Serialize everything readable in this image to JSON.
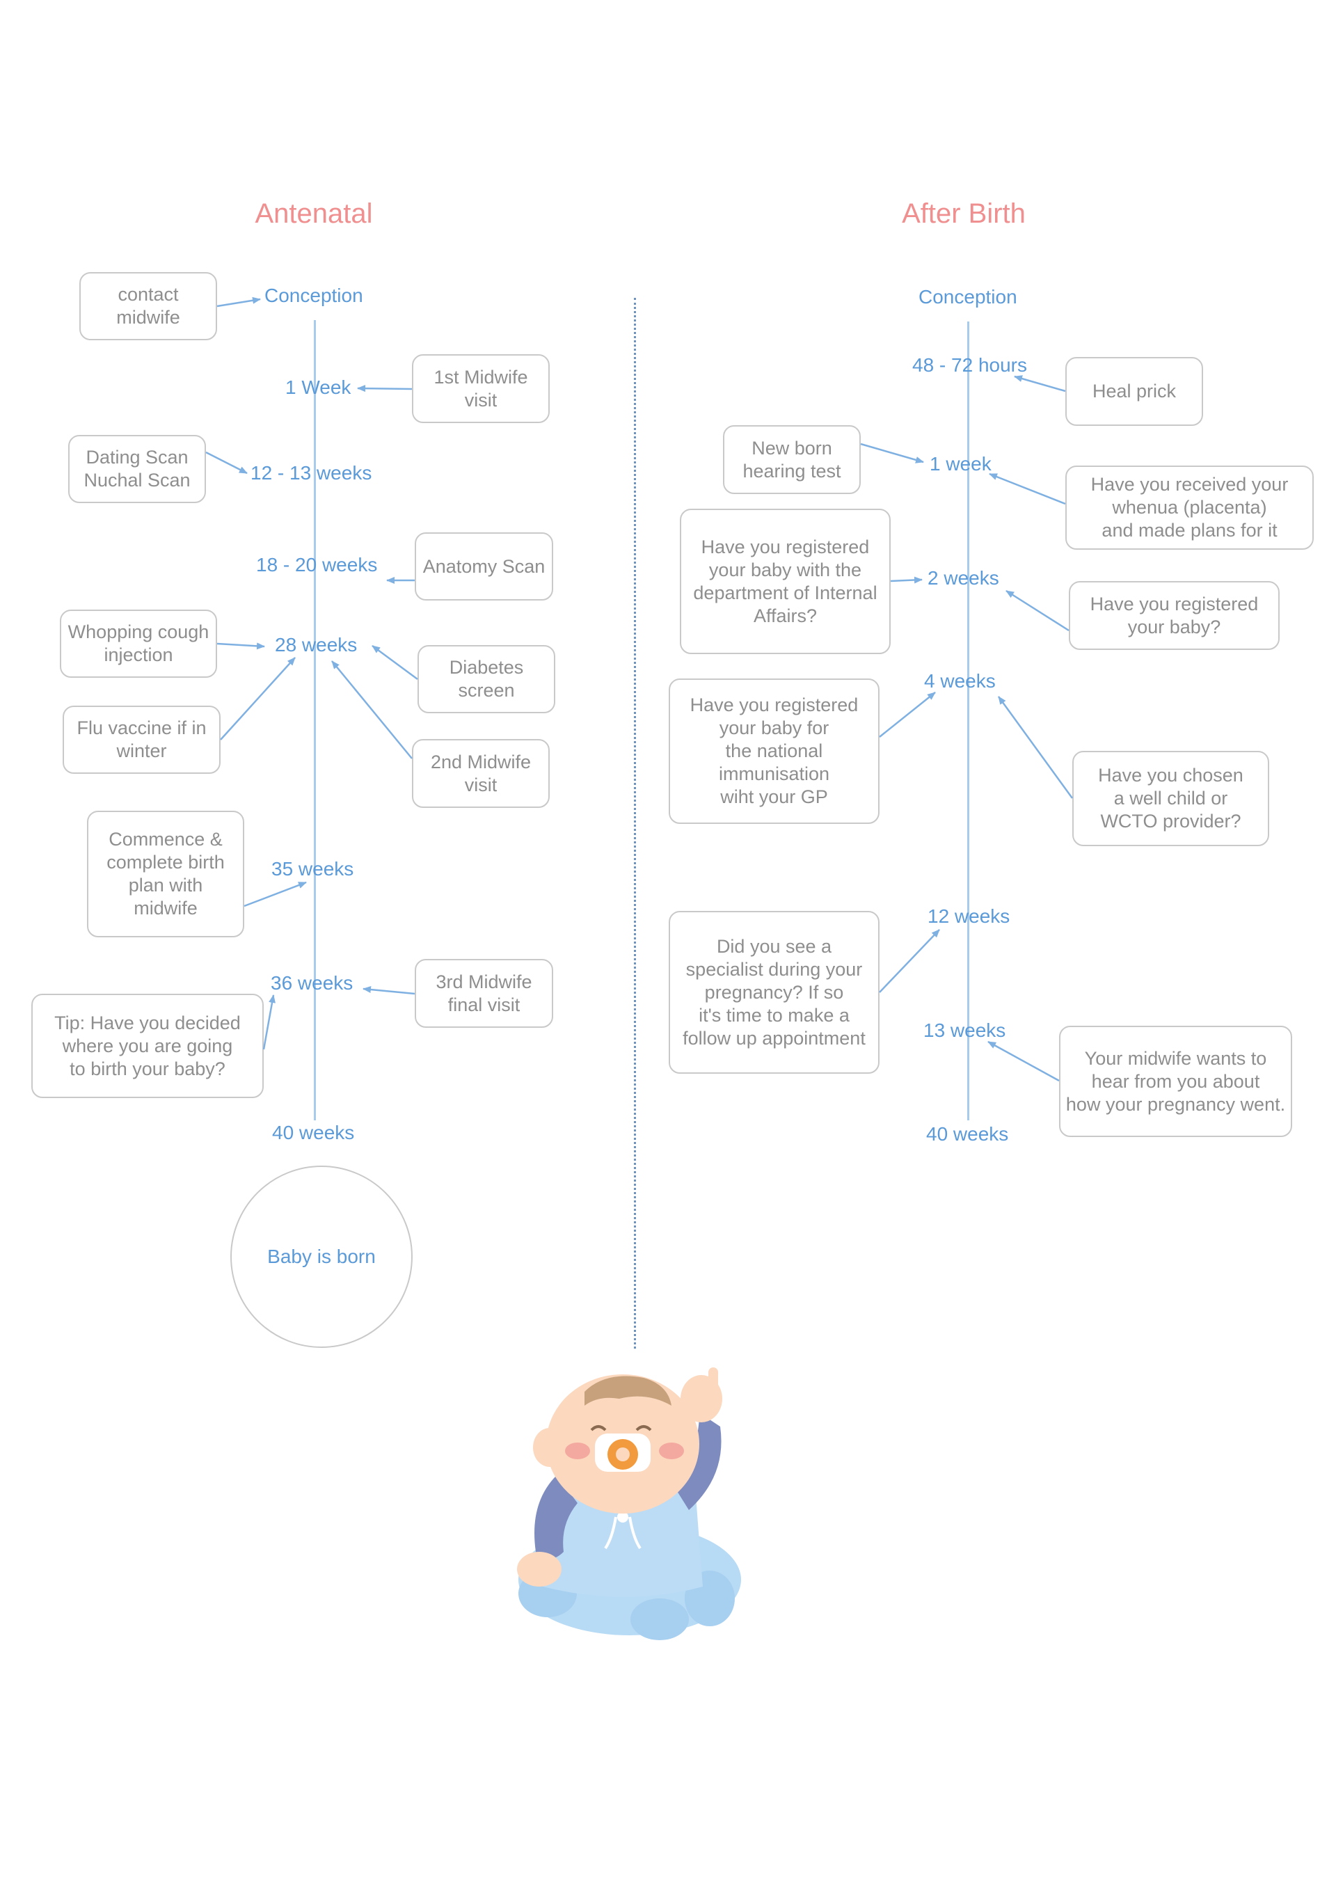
{
  "titles": {
    "antenatal": "Antenatal",
    "after_birth": "After Birth"
  },
  "antenatal": {
    "milestones": [
      "Conception",
      "1 Week",
      "12 - 13 weeks",
      "18 - 20 weeks",
      "28 weeks",
      "35 weeks",
      "36 weeks",
      "40 weeks"
    ],
    "boxes": [
      "contact\nmidwife",
      "1st Midwife\nvisit",
      "Dating Scan\nNuchal Scan",
      "Anatomy Scan",
      "Whopping cough\ninjection",
      "Diabetes\nscreen",
      "Flu vaccine if in\nwinter",
      "2nd Midwife\nvisit",
      "Commence &\ncomplete birth\nplan with\nmidwife",
      "3rd Midwife\nfinal visit",
      "Tip: Have you decided\nwhere you are going\nto birth your baby?"
    ],
    "born_circle": "Baby is born"
  },
  "after_birth": {
    "milestones": [
      "Conception",
      "48 - 72 hours",
      "1 week",
      "2 weeks",
      "4 weeks",
      "12 weeks",
      "13 weeks",
      "40 weeks"
    ],
    "boxes": [
      "Heal prick",
      "New born\nhearing test",
      "Have you received your\nwhenua (placenta)\nand made plans for it",
      "Have you registered\nyour baby with the\ndepartment of Internal\nAffairs?",
      "Have you registered\nyour baby?",
      "Have you registered\nyour baby for\nthe national\nimmunisation\nwiht your GP",
      "Have you chosen\na well child or\nWCTO provider?",
      "Did you see a\nspecialist during your\npregnancy? If so\nit's time to make a\nfollow up appointment",
      "Your midwife wants to\nhear from you about\nhow your pregnancy went."
    ]
  },
  "colors": {
    "title": "#f08f8f",
    "milestone": "#5b9ad8",
    "arrow": "#7fb0e2",
    "box_border": "#c9c9c9",
    "box_text": "#8e8e8e",
    "divider": "#6f93bf"
  },
  "illustration": {
    "icon": "baby-thumbs-up-icon"
  }
}
